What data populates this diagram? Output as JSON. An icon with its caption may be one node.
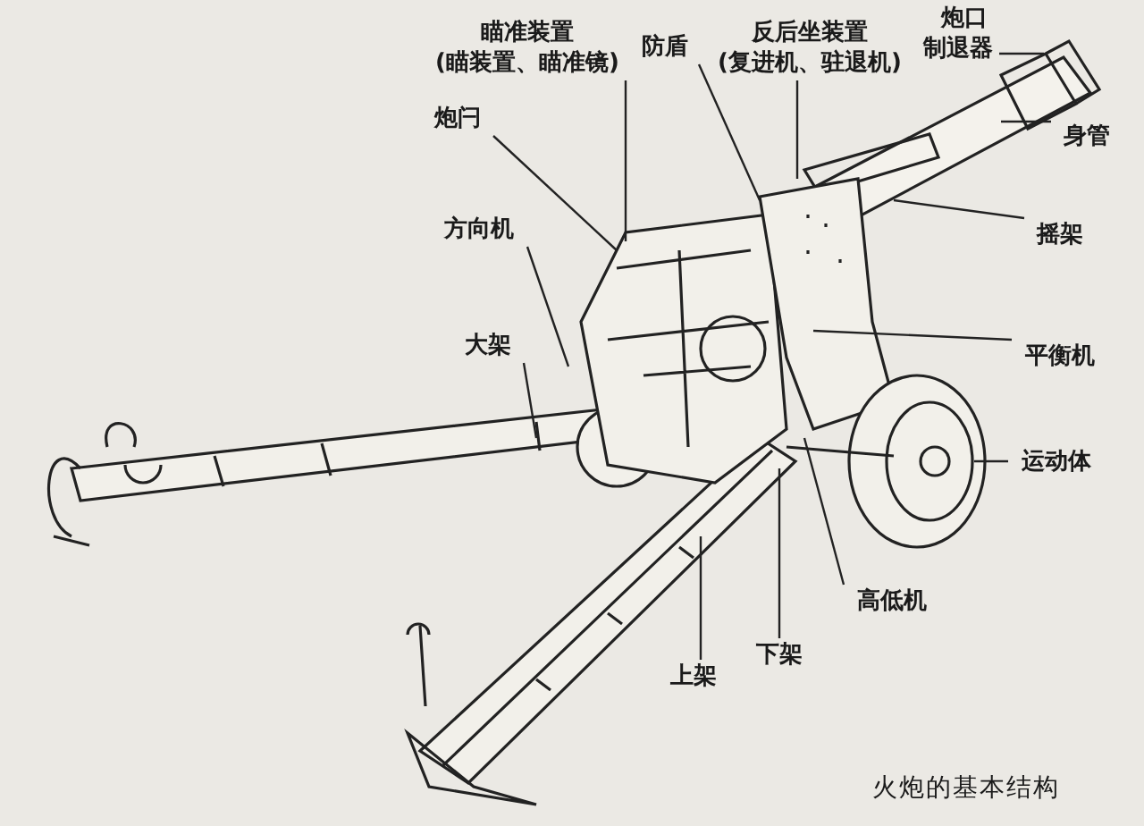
{
  "diagram": {
    "caption": "火炮的基本结构",
    "nodes": [
      {
        "text": [
          "瞄准装置",
          "(瞄装置、瞄准镜)"
        ]
      },
      {
        "text": [
          "防盾"
        ]
      },
      {
        "text": [
          "反后坐装置",
          "(复进机、驻退机)"
        ]
      },
      {
        "text": [
          "炮口制退器"
        ]
      },
      {
        "text": [
          "身管"
        ]
      },
      {
        "text": [
          "摇架"
        ]
      },
      {
        "text": [
          "炮闩"
        ]
      },
      {
        "text": [
          "方向机"
        ]
      },
      {
        "text": [
          "大架"
        ]
      },
      {
        "text": [
          "平衡机"
        ]
      },
      {
        "text": [
          "运动体"
        ]
      },
      {
        "text": [
          "高低机"
        ]
      },
      {
        "text": [
          "下架"
        ]
      },
      {
        "text": [
          "上架"
        ]
      }
    ],
    "edges": [
      {
        "from": 0,
        "to": null,
        "arrow": "none"
      },
      {
        "from": 1,
        "to": null,
        "arrow": "none"
      },
      {
        "from": 2,
        "to": null,
        "arrow": "none"
      },
      {
        "from": 3,
        "to": null,
        "arrow": "none"
      },
      {
        "from": 4,
        "to": null,
        "arrow": "none"
      },
      {
        "from": 5,
        "to": null,
        "arrow": "none"
      },
      {
        "from": 6,
        "to": null,
        "arrow": "none"
      },
      {
        "from": 7,
        "to": null,
        "arrow": "none"
      },
      {
        "from": 8,
        "to": null,
        "arrow": "none"
      },
      {
        "from": 9,
        "to": null,
        "arrow": "none"
      },
      {
        "from": 10,
        "to": null,
        "arrow": "none"
      },
      {
        "from": 11,
        "to": null,
        "arrow": "none"
      },
      {
        "from": 12,
        "to": null,
        "arrow": "none"
      },
      {
        "from": 13,
        "to": null,
        "arrow": "none"
      }
    ]
  }
}
